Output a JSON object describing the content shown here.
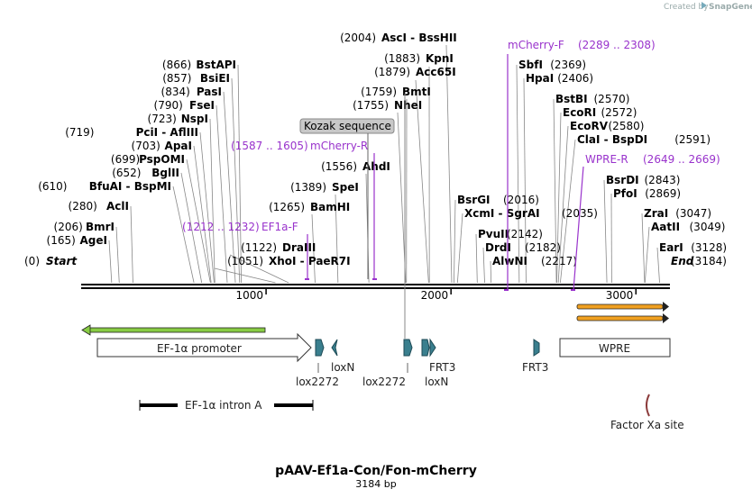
{
  "plasmid": {
    "name": "pAAV-Ef1a-Con/Fon-mCherry",
    "length_label": "3184 bp",
    "length": 3184
  },
  "branding": {
    "created_by": "Created by",
    "app": "SnapGene"
  },
  "ruler": {
    "ticks": [
      {
        "label": "1000",
        "pos": 1000
      },
      {
        "label": "2000",
        "pos": 2000
      },
      {
        "label": "3000",
        "pos": 3000
      }
    ]
  },
  "left_sites": [
    {
      "pos": "(866)",
      "name": "BstAPI",
      "cut": 866
    },
    {
      "pos": "(857)",
      "name": "BsiEI",
      "cut": 857
    },
    {
      "pos": "(834)",
      "name": "PasI",
      "cut": 834
    },
    {
      "pos": "(790)",
      "name": "FseI",
      "cut": 790
    },
    {
      "pos": "(723)",
      "name": "NspI",
      "cut": 723
    },
    {
      "pos": "(719)",
      "name": "PciI  -  AflIII",
      "cut": 719
    },
    {
      "pos": "(703)",
      "name": "ApaI",
      "cut": 703
    },
    {
      "pos": "(699)",
      "name": "PspOMI",
      "cut": 699
    },
    {
      "pos": "(652)",
      "name": "BglII",
      "cut": 652
    },
    {
      "pos": "(610)",
      "name": "BfuAI  -  BspMI",
      "cut": 610
    },
    {
      "pos": "(280)",
      "name": "AclI",
      "cut": 280
    },
    {
      "pos": "(206)",
      "name": "BmrI",
      "cut": 206
    },
    {
      "pos": "(165)",
      "name": "AgeI",
      "cut": 165
    }
  ],
  "mid_sites": [
    {
      "pos": "(2004)",
      "name": "AscI  -  BssHII",
      "cut": 2004
    },
    {
      "pos": "(1883)",
      "name": "KpnI",
      "cut": 1883
    },
    {
      "pos": "(1879)",
      "name": "Acc65I",
      "cut": 1879
    },
    {
      "pos": "(1759)",
      "name": "BmtI",
      "cut": 1759
    },
    {
      "pos": "(1755)",
      "name": "NheI",
      "cut": 1755
    },
    {
      "pos": "(1556)",
      "name": "AhdI",
      "cut": 1556
    },
    {
      "pos": "(1389)",
      "name": "SpeI",
      "cut": 1389
    },
    {
      "pos": "(1265)",
      "name": "BamHI",
      "cut": 1265
    },
    {
      "pos": "(1122)",
      "name": "DraIII",
      "cut": 1122
    },
    {
      "pos": "(1051)",
      "name": "XhoI  -  PaeR7I",
      "cut": 1051
    }
  ],
  "right_sites": [
    {
      "pos": "(2369)",
      "name": "SbfI",
      "cut": 2369
    },
    {
      "pos": "(2406)",
      "name": "HpaI",
      "cut": 2406
    },
    {
      "pos": "(2570)",
      "name": "BstBI",
      "cut": 2570
    },
    {
      "pos": "(2572)",
      "name": "EcoRI",
      "cut": 2572
    },
    {
      "pos": "(2580)",
      "name": "EcoRV",
      "cut": 2580
    },
    {
      "pos": "(2591)",
      "name": "ClaI  -  BspDI",
      "cut": 2591
    },
    {
      "pos": "(2843)",
      "name": "BsrDI",
      "cut": 2843
    },
    {
      "pos": "(2869)",
      "name": "PfoI",
      "cut": 2869
    },
    {
      "pos": "(3047)",
      "name": "ZraI",
      "cut": 3047
    },
    {
      "pos": "(3049)",
      "name": "AatII",
      "cut": 3049
    },
    {
      "pos": "(3128)",
      "name": "EarI",
      "cut": 3128
    }
  ],
  "lower_right_sites": [
    {
      "pos": "(2016)",
      "name": "BsrGI",
      "cut": 2016
    },
    {
      "pos": "(2035)",
      "name": "XcmI  -  SgrAI",
      "cut": 2035
    },
    {
      "pos": "(2142)",
      "name": "PvuII",
      "cut": 2142
    },
    {
      "pos": "(2182)",
      "name": "DrdI",
      "cut": 2182
    },
    {
      "pos": "(2217)",
      "name": "AlwNI",
      "cut": 2217
    }
  ],
  "ends": {
    "start_pos": "(0)",
    "start": "Start",
    "end": "End",
    "end_pos": "(3184)"
  },
  "primers": [
    {
      "name": "mCherry-F",
      "range": "(2289 .. 2308)",
      "pos": 2289
    },
    {
      "name": "mCherry-R",
      "range": "(1587 .. 1605)",
      "pos": 1605
    },
    {
      "name": "WPRE-R",
      "range": "(2649 .. 2669)",
      "pos": 2649
    },
    {
      "name": "EF1a-F",
      "range": "(1212 .. 1232)",
      "pos": 1212
    }
  ],
  "kozak": "Kozak sequence",
  "features": {
    "promoter": "EF-1α promoter",
    "wpre": "WPRE",
    "intron": "EF-1α intron A",
    "factor_xa": "Factor Xa site",
    "lox2272_a": "lox2272",
    "loxN_a": "loxN",
    "lox2272_b": "lox2272",
    "frt3_a": "FRT3",
    "loxN_b": "loxN",
    "frt3_b": "FRT3"
  },
  "colors": {
    "primer": "#9933cc",
    "green_arrow": "#88cc44",
    "orange_arrow": "#f0a020",
    "site_marker": "#2f6f7f"
  }
}
